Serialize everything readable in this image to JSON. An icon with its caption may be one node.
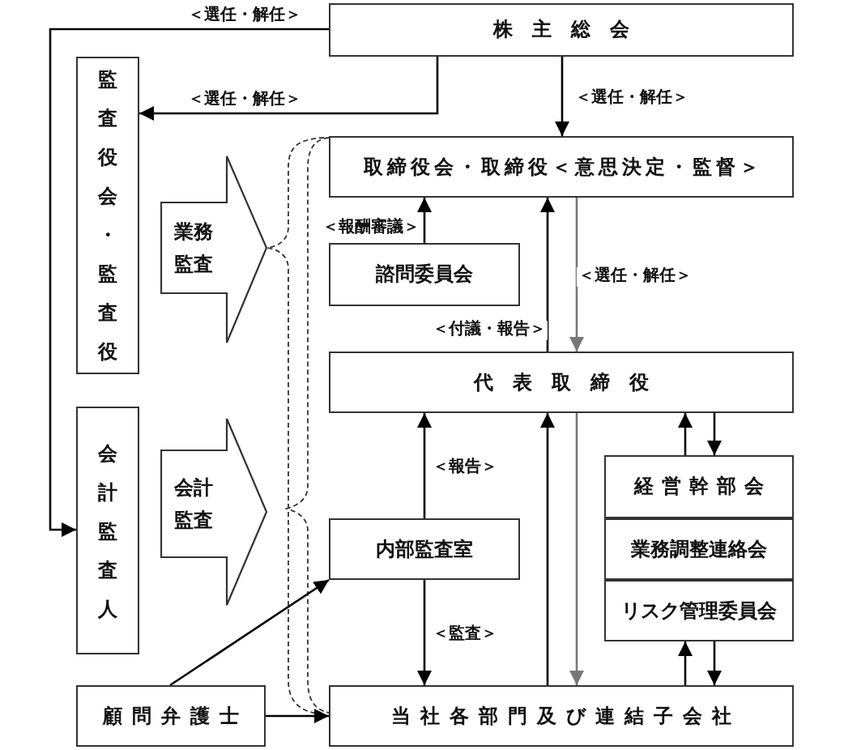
{
  "diagram": {
    "nodes": [
      {
        "text": [
          "株主総会"
        ]
      },
      {
        "text": [
          "監査役会・監査役"
        ]
      },
      {
        "text": [
          "業務監査"
        ]
      },
      {
        "text": [
          "取締役会・取締役＜意思決定・監督＞"
        ]
      },
      {
        "text": [
          "諮問委員会"
        ]
      },
      {
        "text": [
          "代表取締役"
        ]
      },
      {
        "text": [
          "会計監査人"
        ]
      },
      {
        "text": [
          "会計監査"
        ]
      },
      {
        "text": [
          "経営幹部会"
        ]
      },
      {
        "text": [
          "業務調整連絡会"
        ]
      },
      {
        "text": [
          "リスク管理委員会"
        ]
      },
      {
        "text": [
          "内部監査室"
        ]
      },
      {
        "text": [
          "顧問弁護士"
        ]
      },
      {
        "text": [
          "当社各部門及び連結子会社"
        ]
      }
    ],
    "edges": [
      {
        "from": 0,
        "to": 6,
        "arrow": "to",
        "label": "＜選任・解任＞"
      },
      {
        "from": 0,
        "to": 1,
        "arrow": "to",
        "label": "＜選任・解任＞"
      },
      {
        "from": 0,
        "to": 3,
        "arrow": "to",
        "label": "＜選任・解任＞"
      },
      {
        "from": 4,
        "to": 3,
        "arrow": "to",
        "label": "＜報酬審議＞"
      },
      {
        "from": 5,
        "to": 3,
        "arrow": "to",
        "label": "＜付議・報告＞"
      },
      {
        "from": 3,
        "to": 5,
        "arrow": "to",
        "label": "＜選任・解任＞",
        "color": "#777777"
      },
      {
        "from": 11,
        "to": 5,
        "arrow": "to",
        "label": "＜報告＞"
      },
      {
        "from": 13,
        "to": 5,
        "arrow": "to"
      },
      {
        "from": 5,
        "to": 13,
        "arrow": "to",
        "color": "#777777"
      },
      {
        "from": 8,
        "to": 5,
        "arrow": "to"
      },
      {
        "from": 5,
        "to": 8,
        "arrow": "to"
      },
      {
        "from": 13,
        "to": 10,
        "arrow": "to"
      },
      {
        "from": 10,
        "to": 13,
        "arrow": "to"
      },
      {
        "from": 11,
        "to": 13,
        "arrow": "to",
        "label": "＜監査＞"
      },
      {
        "from": 12,
        "to": 11,
        "arrow": "to"
      },
      {
        "from": 12,
        "to": 13,
        "arrow": "to"
      }
    ]
  }
}
